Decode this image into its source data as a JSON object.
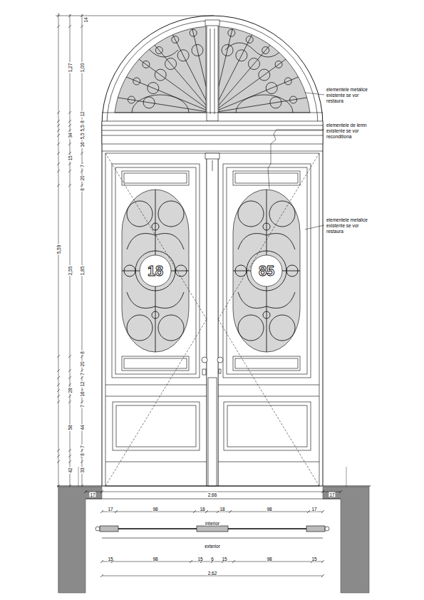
{
  "diagram": {
    "labels": [
      "14",
      "1,27",
      "34",
      "15",
      "2,55",
      "28",
      "58",
      "42",
      "5,59",
      "1,00",
      "12",
      "8",
      "5,5",
      "5,5",
      "16",
      "7",
      "20",
      "8",
      "1,85",
      "8",
      "20",
      "7",
      "12",
      "16",
      "7",
      "44",
      "7",
      "8",
      "33",
      "17",
      "2,66",
      "17",
      "17",
      "98",
      "18",
      "18",
      "98",
      "17",
      "interior",
      "exterior",
      "15",
      "98",
      "15",
      "6",
      "15",
      "98",
      "15",
      "2,62",
      "elementele metalice existente se vor restaura",
      "elementele de lemn existente se vor reconditiona",
      "elementele metalice existente se vor restaura",
      "18",
      "85"
    ]
  }
}
